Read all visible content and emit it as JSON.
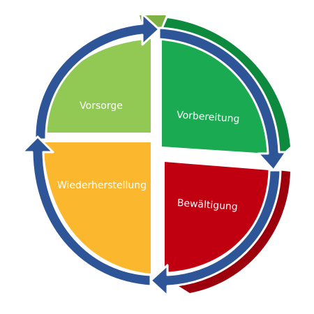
{
  "quadrants": [
    {
      "label": "Vorsorge",
      "color": "#92c955"
    },
    {
      "label": "Vorbereitung",
      "color": "#1aab52"
    },
    {
      "label": "Bewältigung",
      "color": "#c00010"
    },
    {
      "label": "Wiederherstellung",
      "color": "#fbb82e"
    }
  ],
  "ring_color": "#2e5597",
  "ring_outline_color": "#ffffff",
  "cycle_direction": "clockwise"
}
